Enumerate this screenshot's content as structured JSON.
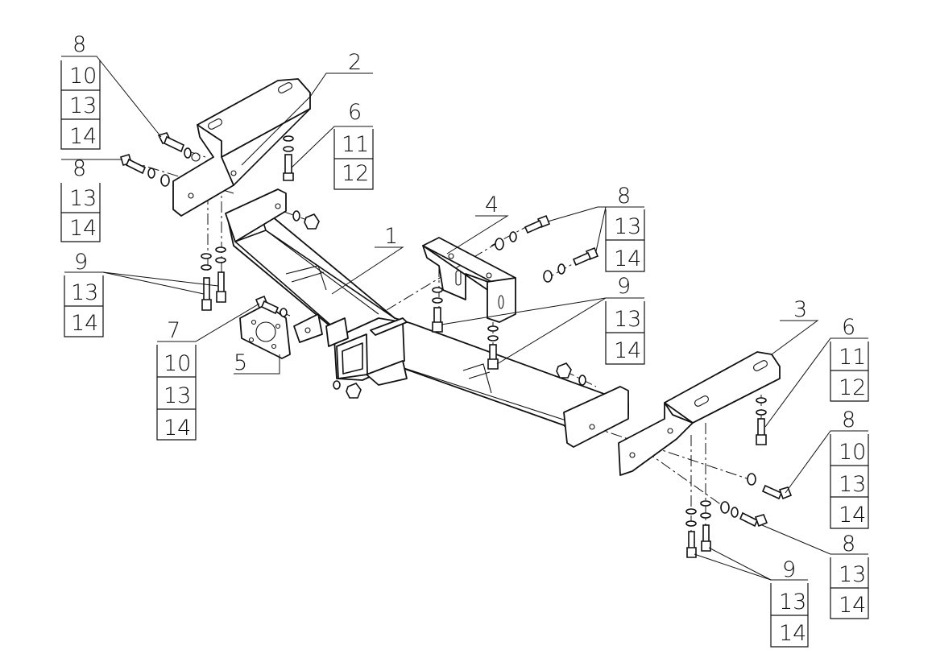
{
  "diagram": {
    "parts": {
      "main_beam": "1",
      "left_bracket": "2",
      "right_bracket": "3",
      "center_bracket": "4",
      "socket_plate": "5",
      "top_left_bolt": "6",
      "socket_bolt": "7"
    },
    "callouts": {
      "top_left_stack": [
        "8",
        "10",
        "13",
        "14"
      ],
      "left_lower_stack": [
        "8",
        "13",
        "14"
      ],
      "left_upper_bolt_stack": [
        "6",
        "11",
        "12"
      ],
      "left_vertical_bolt_stack": [
        "9",
        "13",
        "14"
      ],
      "socket_bolt_stack": [
        "7",
        "10",
        "13",
        "14"
      ],
      "center_bolt_stack": [
        "8",
        "13",
        "14"
      ],
      "center_vertical_bolt_stack": [
        "9",
        "13",
        "14"
      ],
      "right_upper_bolt_stack": [
        "6",
        "11",
        "12"
      ],
      "right_side_bolt_stack": [
        "8",
        "10",
        "13",
        "14"
      ],
      "right_lower_bolt_stack": [
        "8",
        "13",
        "14"
      ],
      "right_vertical_bolt_stack": [
        "9",
        "13",
        "14"
      ]
    }
  }
}
